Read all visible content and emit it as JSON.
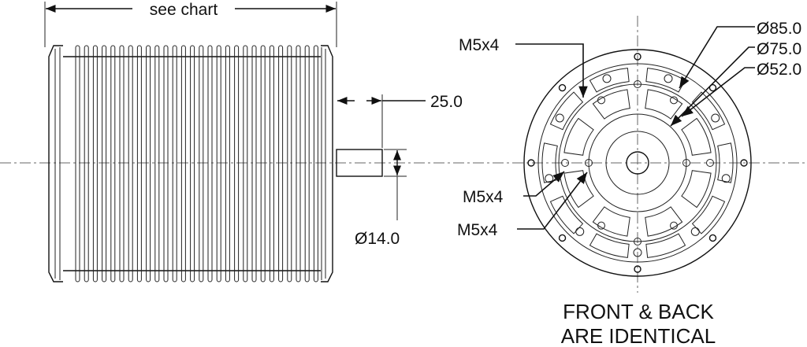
{
  "side_view": {
    "length_label": "see chart",
    "shaft_length_label": "25.0",
    "shaft_diameter_label": "Ø14.0"
  },
  "front_view": {
    "hole_label_top": "M5x4",
    "hole_label_mid": "M5x4",
    "hole_label_low": "M5x4",
    "diameter_outer_label": "Ø85.0",
    "diameter_middle_label": "Ø75.0",
    "diameter_inner_label": "Ø52.0",
    "note_line1": "FRONT & BACK",
    "note_line2": "ARE IDENTICAL"
  },
  "colors": {
    "line": "#111111",
    "centerline": "#666666"
  }
}
